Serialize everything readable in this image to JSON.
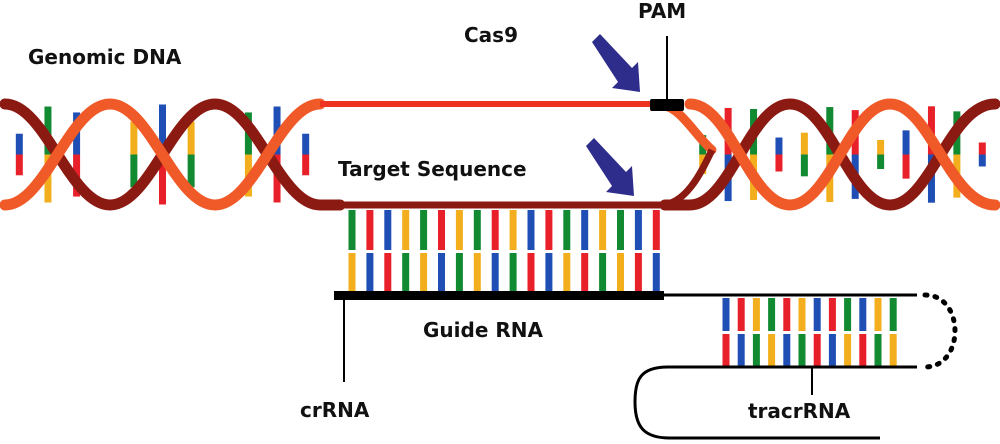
{
  "labels": {
    "genomic_dna": "Genomic DNA",
    "cas9": "Cas9",
    "pam": "PAM",
    "target_sequence": "Target Sequence",
    "guide_rna": "Guide RNA",
    "crrna": "crRNA",
    "tracrrna": "tracrRNA"
  },
  "colors": {
    "strand_dark": "#8b1a12",
    "strand_light": "#f05a28",
    "strand_top_line": "#ee3322",
    "pam_block": "#000000",
    "arrow": "#2e2d8c",
    "rna_line": "#000000",
    "base_red": "#e8202a",
    "base_blue": "#1f4fb4",
    "base_green": "#118a32",
    "base_yellow": "#f2ae1c"
  },
  "bases": {
    "left_helix": [
      [
        "blue",
        "red"
      ],
      [
        "green",
        "yellow"
      ],
      [
        "blue",
        "red"
      ],
      [
        "red",
        "blue"
      ],
      [
        "yellow",
        "green"
      ],
      [
        "blue",
        "red"
      ],
      [
        "yellow",
        "green"
      ],
      [
        "red",
        "blue"
      ],
      [
        "green",
        "yellow"
      ],
      [
        "blue",
        "red"
      ],
      [
        "blue",
        "red"
      ]
    ],
    "right_helix": [
      [
        "green",
        "yellow"
      ],
      [
        "red",
        "blue"
      ],
      [
        "green",
        "yellow"
      ],
      [
        "blue",
        "red"
      ],
      [
        "yellow",
        "green"
      ],
      [
        "green",
        "yellow"
      ],
      [
        "red",
        "blue"
      ],
      [
        "yellow",
        "green"
      ],
      [
        "blue",
        "red"
      ],
      [
        "red",
        "blue"
      ],
      [
        "green",
        "yellow"
      ],
      [
        "red",
        "blue"
      ]
    ],
    "target_pairs": [
      [
        "green",
        "yellow"
      ],
      [
        "red",
        "blue"
      ],
      [
        "blue",
        "red"
      ],
      [
        "yellow",
        "green"
      ],
      [
        "green",
        "yellow"
      ],
      [
        "red",
        "blue"
      ],
      [
        "yellow",
        "green"
      ],
      [
        "green",
        "yellow"
      ],
      [
        "red",
        "blue"
      ],
      [
        "yellow",
        "green"
      ],
      [
        "blue",
        "red"
      ],
      [
        "red",
        "blue"
      ],
      [
        "green",
        "yellow"
      ],
      [
        "blue",
        "red"
      ],
      [
        "yellow",
        "green"
      ],
      [
        "green",
        "yellow"
      ],
      [
        "blue",
        "red"
      ],
      [
        "red",
        "blue"
      ]
    ],
    "tracr_pairs": [
      [
        "blue",
        "red"
      ],
      [
        "red",
        "blue"
      ],
      [
        "yellow",
        "green"
      ],
      [
        "green",
        "yellow"
      ],
      [
        "red",
        "blue"
      ],
      [
        "yellow",
        "green"
      ],
      [
        "blue",
        "red"
      ],
      [
        "red",
        "blue"
      ],
      [
        "green",
        "yellow"
      ],
      [
        "blue",
        "red"
      ],
      [
        "yellow",
        "green"
      ],
      [
        "green",
        "yellow"
      ]
    ]
  }
}
